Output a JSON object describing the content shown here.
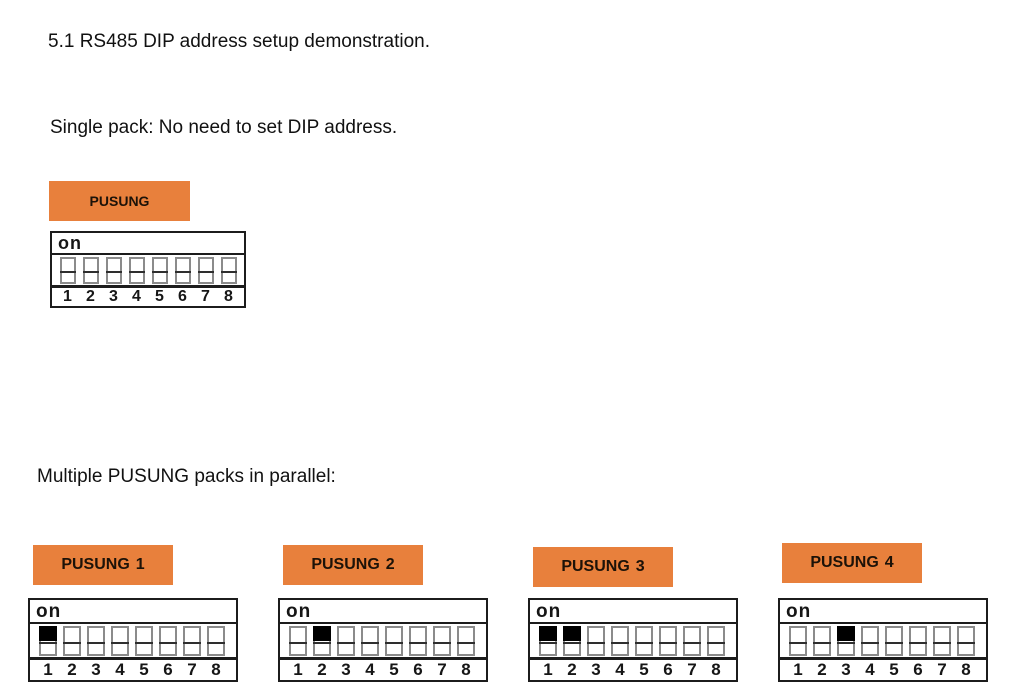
{
  "page": {
    "title": "5.1 RS485 DIP address setup demonstration.",
    "single_pack_label": "Single pack: No need to set DIP address.",
    "multiple_packs_label": "Multiple PUSUNG packs in parallel:"
  },
  "colors": {
    "accent_orange": "#E8803C",
    "switch_on": "#000000"
  },
  "single_pack": {
    "label": "PUSUNG",
    "dip": {
      "on_label": "on",
      "positions": [
        "1",
        "2",
        "3",
        "4",
        "5",
        "6",
        "7",
        "8"
      ],
      "on_switches": []
    }
  },
  "parallel_packs": [
    {
      "label": "PUSUNG",
      "number": "1",
      "dip": {
        "on_label": "on",
        "positions": [
          "1",
          "2",
          "3",
          "4",
          "5",
          "6",
          "7",
          "8"
        ],
        "on_switches": [
          1
        ]
      }
    },
    {
      "label": "PUSUNG",
      "number": "2",
      "dip": {
        "on_label": "on",
        "positions": [
          "1",
          "2",
          "3",
          "4",
          "5",
          "6",
          "7",
          "8"
        ],
        "on_switches": [
          2
        ]
      }
    },
    {
      "label": "PUSUNG",
      "number": "3",
      "dip": {
        "on_label": "on",
        "positions": [
          "1",
          "2",
          "3",
          "4",
          "5",
          "6",
          "7",
          "8"
        ],
        "on_switches": [
          1,
          2
        ]
      }
    },
    {
      "label": "PUSUNG",
      "number": "4",
      "dip": {
        "on_label": "on",
        "positions": [
          "1",
          "2",
          "3",
          "4",
          "5",
          "6",
          "7",
          "8"
        ],
        "on_switches": [
          3
        ]
      }
    }
  ]
}
